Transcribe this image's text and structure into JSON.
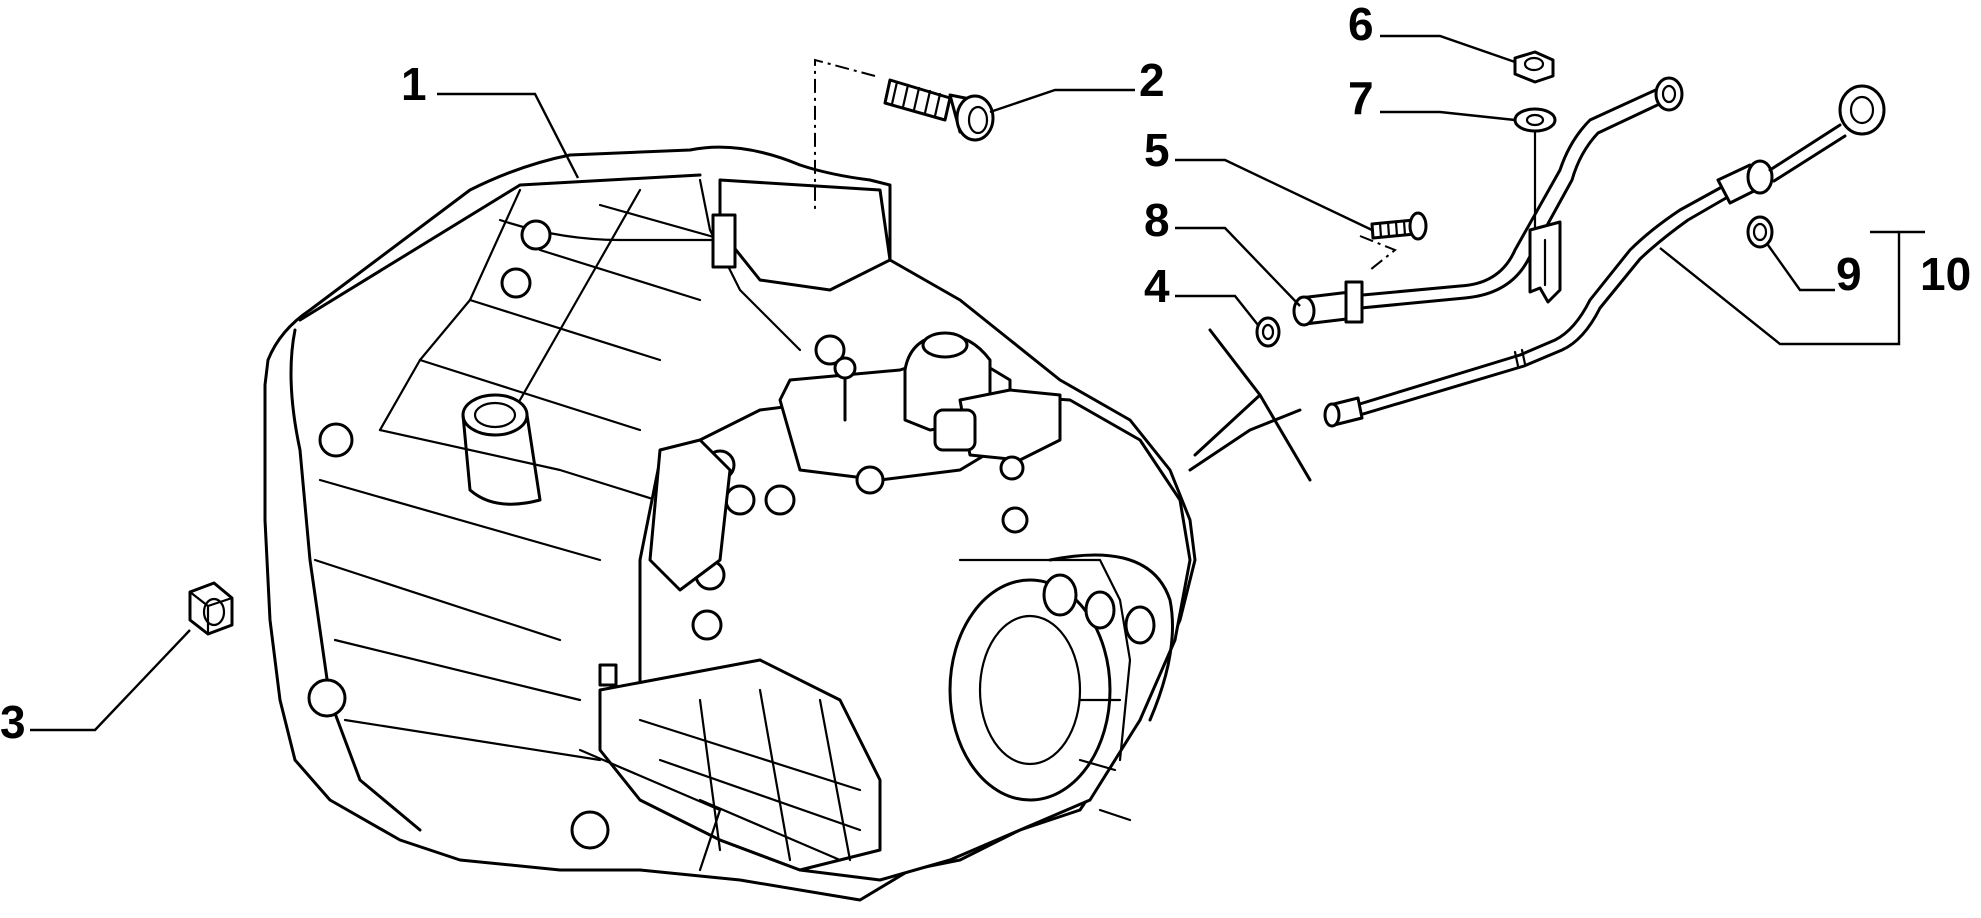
{
  "diagram": {
    "callouts": [
      {
        "id": "c1",
        "label": "1"
      },
      {
        "id": "c2",
        "label": "2"
      },
      {
        "id": "c3",
        "label": "3"
      },
      {
        "id": "c4",
        "label": "4"
      },
      {
        "id": "c5",
        "label": "5"
      },
      {
        "id": "c6",
        "label": "6"
      },
      {
        "id": "c7",
        "label": "7"
      },
      {
        "id": "c8",
        "label": "8"
      },
      {
        "id": "c9",
        "label": "9"
      },
      {
        "id": "c10",
        "label": "10"
      }
    ],
    "parts": [
      {
        "callout": "1",
        "name": "gearbox-housing"
      },
      {
        "callout": "2",
        "name": "flange-bolt"
      },
      {
        "callout": "3",
        "name": "hex-nut"
      },
      {
        "callout": "4",
        "name": "seal-washer"
      },
      {
        "callout": "5",
        "name": "screw"
      },
      {
        "callout": "6",
        "name": "nut"
      },
      {
        "callout": "7",
        "name": "washer"
      },
      {
        "callout": "8",
        "name": "breather-pipe"
      },
      {
        "callout": "9",
        "name": "o-ring"
      },
      {
        "callout": "10",
        "name": "dipstick-tube-assembly"
      }
    ],
    "colors": {
      "ink": "#000000",
      "background": "#ffffff"
    }
  }
}
